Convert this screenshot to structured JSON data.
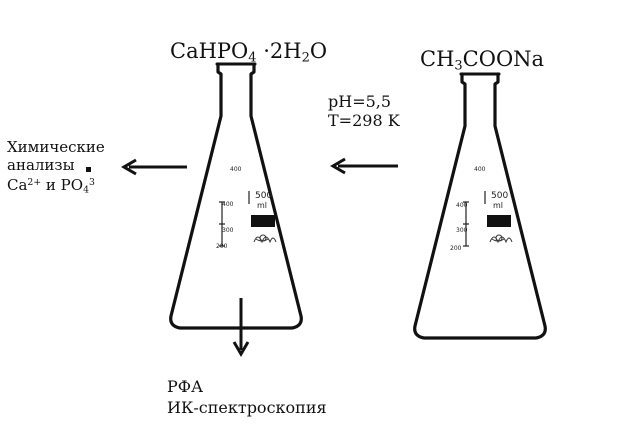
{
  "left_flask": {
    "formula": {
      "p1": "CaHPO",
      "s1": "4",
      "p2": " ·2H",
      "s2": "2",
      "p3": "O"
    },
    "markings": {
      "volume": "500",
      "unit": "ml",
      "tick_top": "400",
      "tick_mid": "400",
      "tick_low": "300",
      "tick_bottom": "200"
    }
  },
  "right_flask": {
    "formula": {
      "p1": "CH",
      "s1": "3",
      "p2": "COONa"
    },
    "markings": {
      "volume": "500",
      "unit": "ml",
      "tick_top": "400",
      "tick_mid": "400",
      "tick_low": "300",
      "tick_bottom": "200"
    }
  },
  "conditions": {
    "ph": "pH=5,5",
    "temperature": "T=298 K"
  },
  "chemical_analysis": {
    "line1": "Химические",
    "line2": "анализы",
    "ion1": "Ca",
    "ion1_sup": "2+",
    "connector": " и PO",
    "ion2_sub": "4",
    "ion2_sup": "3"
  },
  "methods": {
    "xrd": "РФА",
    "ir": "ИК-спектроскопия"
  }
}
